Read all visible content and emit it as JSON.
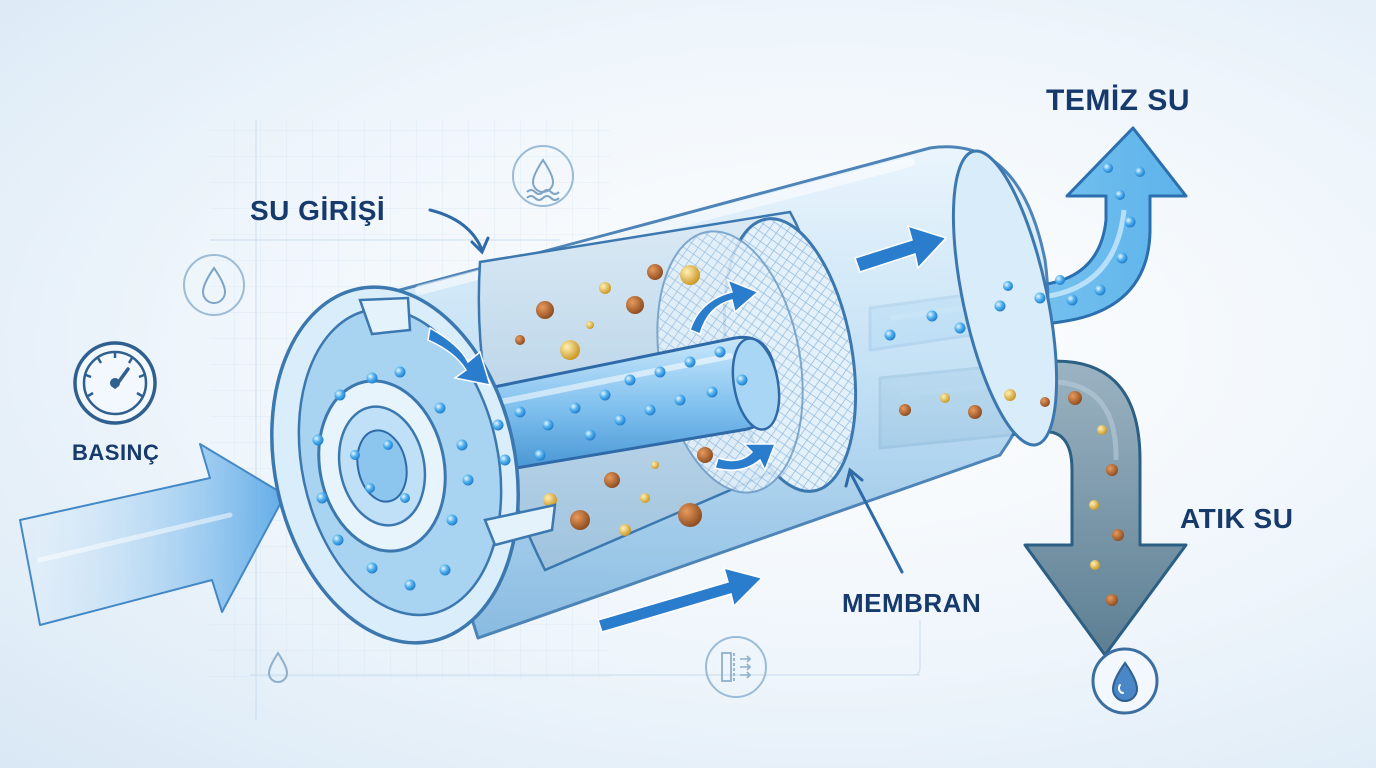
{
  "labels": {
    "water_inlet": "SU GİRİŞİ",
    "pressure": "BASINÇ",
    "clean_water": "TEMİZ SU",
    "waste_water": "ATIK SU",
    "membrane": "MEMBRAN"
  },
  "icons": {
    "gauge": "pressure-gauge-icon",
    "water_wave": "water-drop-wave-icon",
    "drop": "water-drop-icon",
    "filter": "filter-layers-icon"
  },
  "colors": {
    "primary": "#1f6fc2",
    "light_blue": "#8ec7ee",
    "water_dot": "#3aa0e8",
    "dirty_stream": "#6f8b9c",
    "outline": "#2b5f93",
    "text": "#163a6b"
  }
}
